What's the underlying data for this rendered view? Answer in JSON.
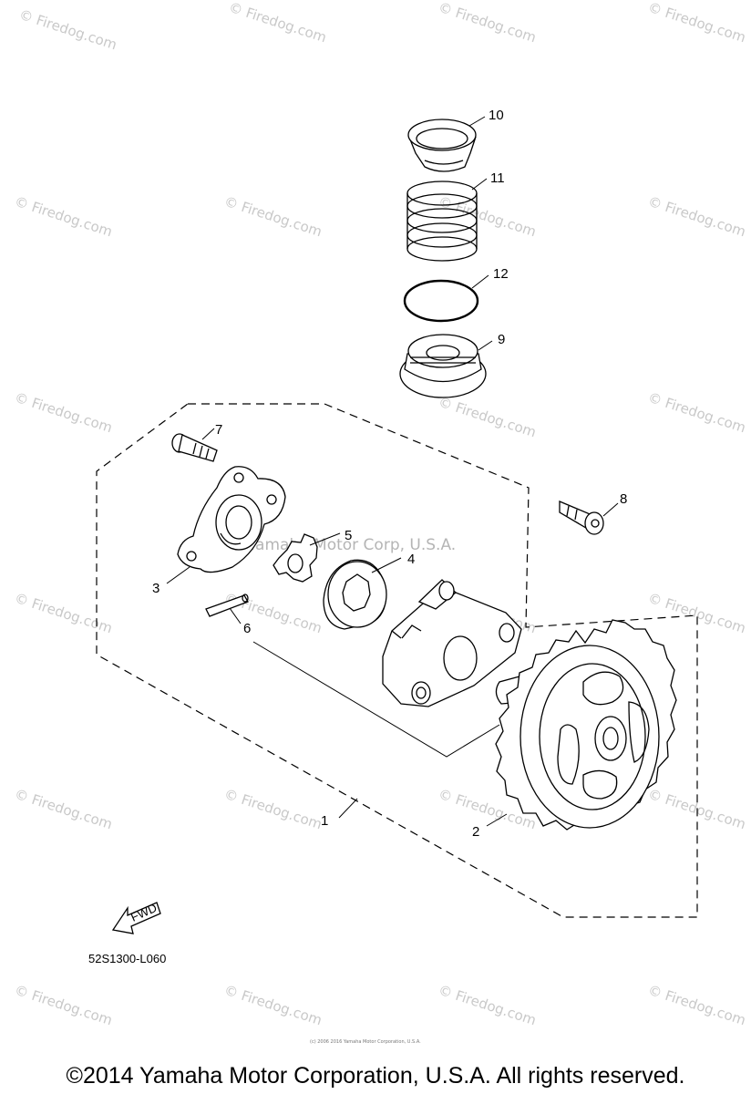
{
  "watermark": {
    "text": "© Firedog.com",
    "middle_text": "Yamaha Motor Corp, U.S.A."
  },
  "callouts": [
    "1",
    "2",
    "3",
    "4",
    "5",
    "6",
    "7",
    "8",
    "9",
    "10",
    "11",
    "12"
  ],
  "diagram_code": "52S1300-L060",
  "fwd_label": "FWD",
  "small_print": "(c) 2006 2016 Yamaha Motor Corporation, U.S.A.",
  "footer": "©2014 Yamaha Motor Corporation, U.S.A. All rights reserved."
}
